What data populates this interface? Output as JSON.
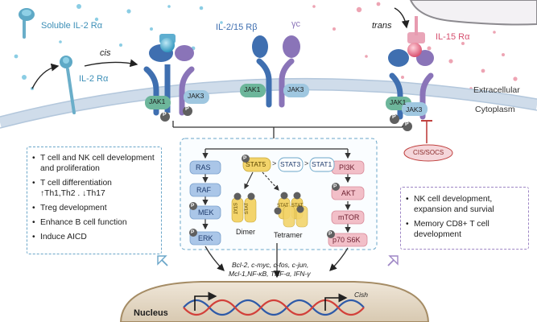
{
  "labels": {
    "soluble": "Soluble IL-2 Rα",
    "il2ra": "IL-2 Rα",
    "cis": "cis",
    "il215rb": "IL-2/15 Rβ",
    "gc": "γc",
    "trans": "trans",
    "il15ra": "IL-15 Rα",
    "extracellular": "Extracellular",
    "cytoplasm": "Cytoplasm",
    "cis_socs": "CIS/SOCS",
    "nucleus": "Nucleus",
    "dimer": "Dimer",
    "tetramer": "Tetramer",
    "cish": "Cish",
    "genes_line1": "Bcl-2, c-myc, c-fos, c-jun,",
    "genes_line2": "Mcl-1,NF-κB, TNF-α, IFN-γ"
  },
  "jak": {
    "jak1": "JAK1",
    "jak3": "JAK3",
    "p": "P"
  },
  "pathway_left": [
    "RAS",
    "RAF",
    "MEK",
    "ERK"
  ],
  "pathway_right": [
    "PI3K",
    "AKT",
    "mTOR",
    "p70 S6K"
  ],
  "stat": {
    "stat5": "STAT5",
    "stat3": "STAT3",
    "stat1": "STAT1",
    "gt": ">",
    "stat_short": "STAT",
    "stat_num": "5"
  },
  "left_box": {
    "items": [
      {
        "text": "T cell  and NK cell development and proliferation"
      },
      {
        "text": "T cell differentiation",
        "sub": "↑Th1,Th2 . ↓Th17"
      },
      {
        "text": "Treg development"
      },
      {
        "text": "Enhance B cell function"
      },
      {
        "text": "Induce AICD"
      }
    ]
  },
  "right_box": {
    "items": [
      {
        "text": "NK cell  development, expansion and survial"
      },
      {
        "text": "Memory CD8+  T cell development"
      }
    ]
  },
  "colors": {
    "receptor_blue": "#3f6fb0",
    "receptor_purple": "#8a74b8",
    "jak_fill": "#6db69b",
    "il2_cyan": "#3a9fc4",
    "il15_pink": "#e06b86",
    "pathway_blue": "#aac6e8",
    "pathway_pink": "#f2bfc8",
    "stat_yellow": "#f3d46b",
    "membrane": "#cfdcea",
    "nucleus": "#e7dccb"
  }
}
